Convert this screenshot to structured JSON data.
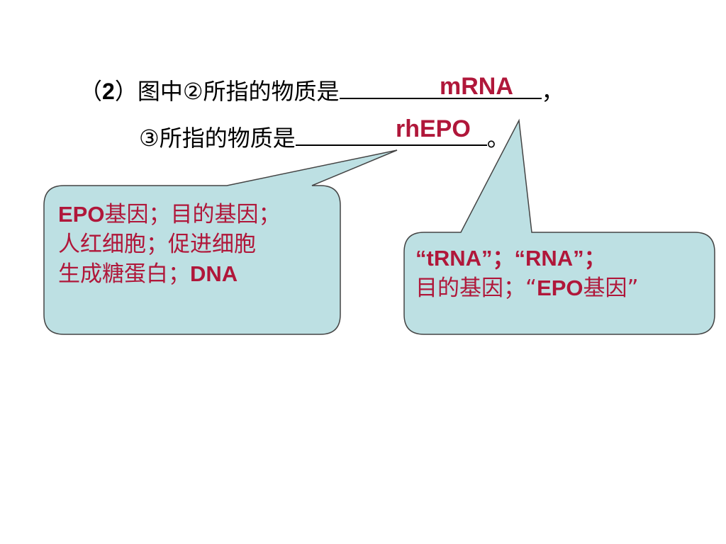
{
  "question": {
    "line1_prefix": "（",
    "line1_num": "2",
    "line1_text": "）图中②所指的物质是",
    "line1_end": "，",
    "line2_text": "③所指的物质是",
    "line2_end": "。"
  },
  "answers": {
    "answer1": "mRNA",
    "answer2": "rhEPO"
  },
  "bubble_left": {
    "line1_a": "EPO",
    "line1_b": "基因；目的基因；",
    "line2": "人红细胞；促进细胞",
    "line3_a": "生成糖蛋白；",
    "line3_b": "DNA"
  },
  "bubble_right": {
    "line1": "“tRNA”；“RNA”；",
    "line2_a": "目的基因；“",
    "line2_b": "EPO",
    "line2_c": "基因”"
  },
  "colors": {
    "answer": "#b0173a",
    "bubble_fill": "#bde0e3",
    "bubble_stroke": "#444444"
  }
}
